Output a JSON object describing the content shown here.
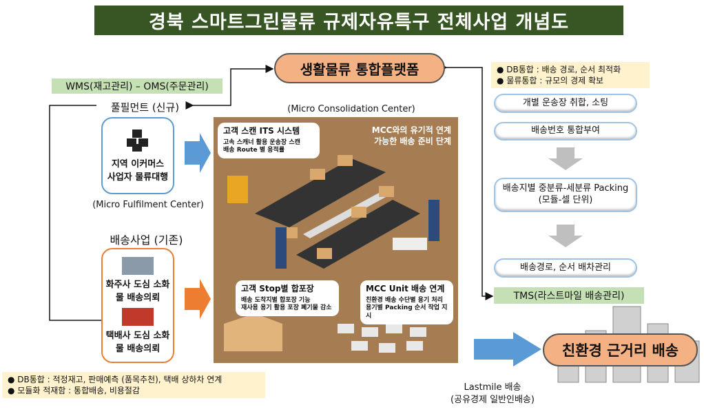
{
  "title": "경북 스마트그린물류 규제자유특구 전체사업 개념도",
  "platform": "생활물류 통합플랫폼",
  "wms": "WMS(재고관리) – OMS(주문관리)",
  "fulfilment": {
    "label": "풀필먼트 (신규)",
    "box": [
      "지역 이커머스",
      "사업자 물류대행"
    ],
    "caption": "(Micro Fulfilment Center)"
  },
  "delivery": {
    "label": "배송사업 (기존)",
    "items": [
      "화주사 도심 소화물 배송의뢰",
      "택배사 도심 소화물 배송의뢰"
    ]
  },
  "mcc": {
    "caption": "(Micro Consolidation Center)",
    "its": {
      "title": "고객 스캔 ITS 시스템",
      "lines": [
        "고속 스캐너 활용 운송장 스캔",
        "배송 Route 별 용적률"
      ]
    },
    "headline": [
      "MCC와의 유기적 연계",
      "가능한 배송 준비 단계"
    ],
    "stop": {
      "title": "고객 Stop별 합포장",
      "lines": [
        "배송 도착지별 합포장 기능",
        "재사용 용기 활용 포장 폐기물 감소"
      ]
    },
    "unit": {
      "title": "MCC Unit 배송 연계",
      "lines": [
        "친환경 배송 수단별 용기 처리",
        "용기별 Packing 순서 작업 지시"
      ]
    }
  },
  "left_notes": [
    "DB통합 : 적정재고, 판매예측 (품목추천), 택배 상하차 연계",
    "모듈화 적재함 : 통합배송, 비용절감"
  ],
  "right_notes": [
    "DB통합 : 배송 경로, 순서 최적화",
    "물류통합 : 규모의 경제 확보"
  ],
  "steps": [
    "개별 운송장 취합, 소팅",
    "배송번호 통합부여",
    "배송지별 중분류-세분류 Packing\n(모듈-셀 단위)",
    "배송경로, 순서 배차관리"
  ],
  "tms": "TMS(라스트마일 배송관리)",
  "eco": "친환경 근거리 배송",
  "lastmile": [
    "Lastmile 배송",
    "(공유경제 일반인배송)"
  ]
}
